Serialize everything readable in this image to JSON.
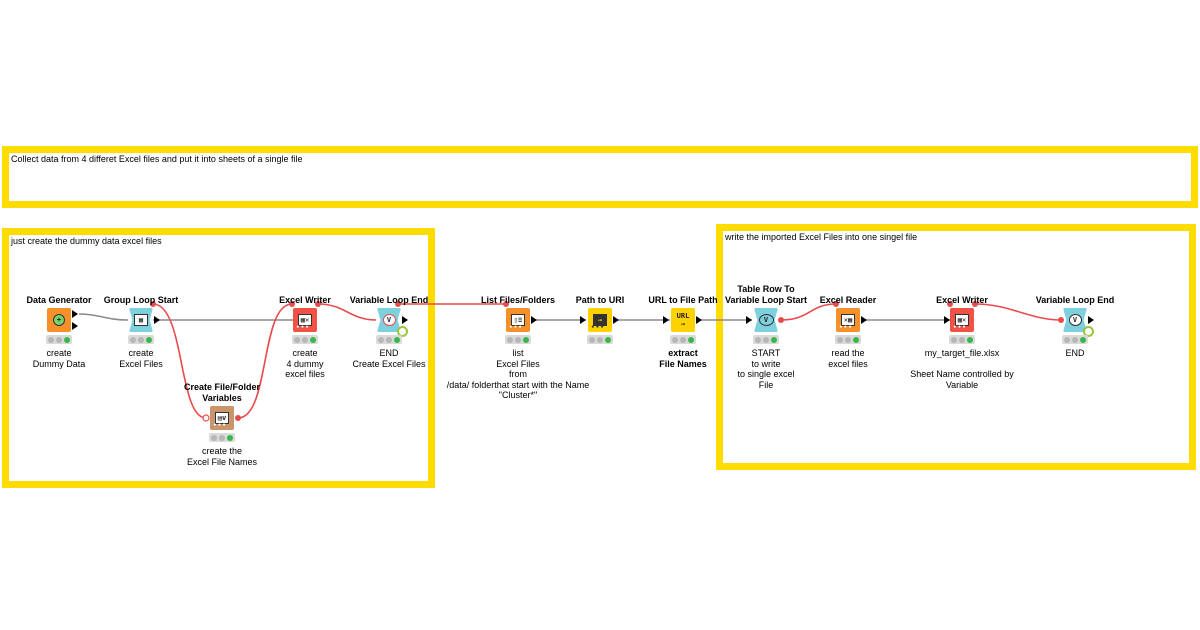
{
  "annotations": {
    "main": "Collect data from 4 differet Excel files and put it into sheets of a single file",
    "left": "just create the dummy data excel files",
    "right": "write the imported Excel Files into one singel file"
  },
  "nodes": {
    "data_generator": {
      "title": "Data Generator",
      "label": "create\nDummy Data",
      "color": "#f6902a"
    },
    "group_loop_start": {
      "title": "Group Loop Start",
      "label": "create\nExcel Files",
      "color": "#7fd0df"
    },
    "create_file_folder_vars": {
      "title": "Create File/Folder\nVariables",
      "label": "create the\nExcel File Names",
      "color": "#c8956d"
    },
    "excel_writer_1": {
      "title": "Excel Writer",
      "label": "create\n4 dummy\nexcel files",
      "color": "#f25146"
    },
    "variable_loop_end_1": {
      "title": "Variable Loop End",
      "label": "END\nCreate Excel Files",
      "color": "#7fd0df"
    },
    "list_files_folders": {
      "title": "List Files/Folders",
      "label": "list\nExcel Files\nfrom\n/data/ folderthat start with the Name\n\"Cluster*\"",
      "color": "#f6902a"
    },
    "path_to_uri": {
      "title": "Path to URI",
      "label": "",
      "color": "#fdd200"
    },
    "url_to_file_path": {
      "title": "URL to File Path",
      "label": "extract\nFile Names",
      "color": "#fdd200"
    },
    "table_row_to_var_loop_start": {
      "title": "Table Row To\nVariable Loop Start",
      "label": "START\nto write\nto single excel\nFile",
      "color": "#7fd0df"
    },
    "excel_reader": {
      "title": "Excel Reader",
      "label": "read the\nexcel files",
      "color": "#f6902a"
    },
    "excel_writer_2": {
      "title": "Excel Writer",
      "label": "my_target_file.xlsx\n\nSheet Name controlled by\nVariable",
      "color": "#f25146"
    },
    "variable_loop_end_2": {
      "title": "Variable Loop End",
      "label": "END",
      "color": "#7fd0df"
    }
  },
  "colors": {
    "annotation_border": "#ffdc00",
    "flow_variable_wire": "#e84b4b",
    "data_wire": "#8a8a8a",
    "status_ok": "#38b64a"
  }
}
